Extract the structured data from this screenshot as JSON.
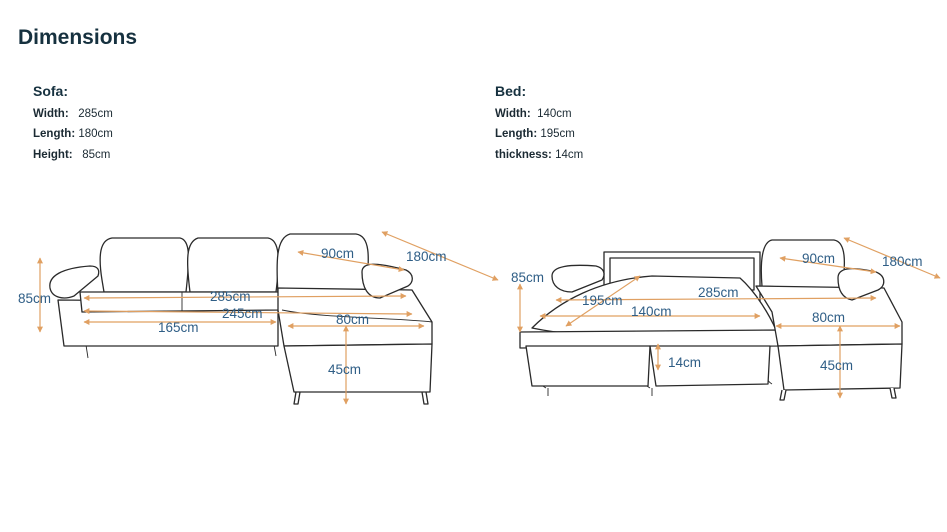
{
  "title": "Dimensions",
  "sofa": {
    "heading": "Sofa:",
    "specs": [
      {
        "label": "Width:",
        "value": "285cm"
      },
      {
        "label": "Length:",
        "value": "180cm"
      },
      {
        "label": "Height:",
        "value": "85cm"
      }
    ],
    "dims": {
      "height": "85cm",
      "width": "285cm",
      "length": "180cm",
      "armrest": "90cm",
      "seat_full": "245cm",
      "seat_main": "165cm",
      "chaise": "80cm",
      "seat_height": "45cm"
    }
  },
  "bed": {
    "heading": "Bed:",
    "specs": [
      {
        "label": "Width:",
        "value": "140cm"
      },
      {
        "label": "Length:",
        "value": "195cm"
      },
      {
        "label": "thickness:",
        "value": "14cm"
      }
    ],
    "dims": {
      "height": "85cm",
      "length": "195cm",
      "width": "140cm",
      "overall": "285cm",
      "thickness": "14cm",
      "armrest": "90cm",
      "chaise_length": "180cm",
      "chaise": "80cm",
      "seat_height": "45cm"
    }
  },
  "colors": {
    "dimension_line": "#e0a062",
    "dimension_text": "#2f5e86",
    "outline": "#2a2a2a"
  }
}
